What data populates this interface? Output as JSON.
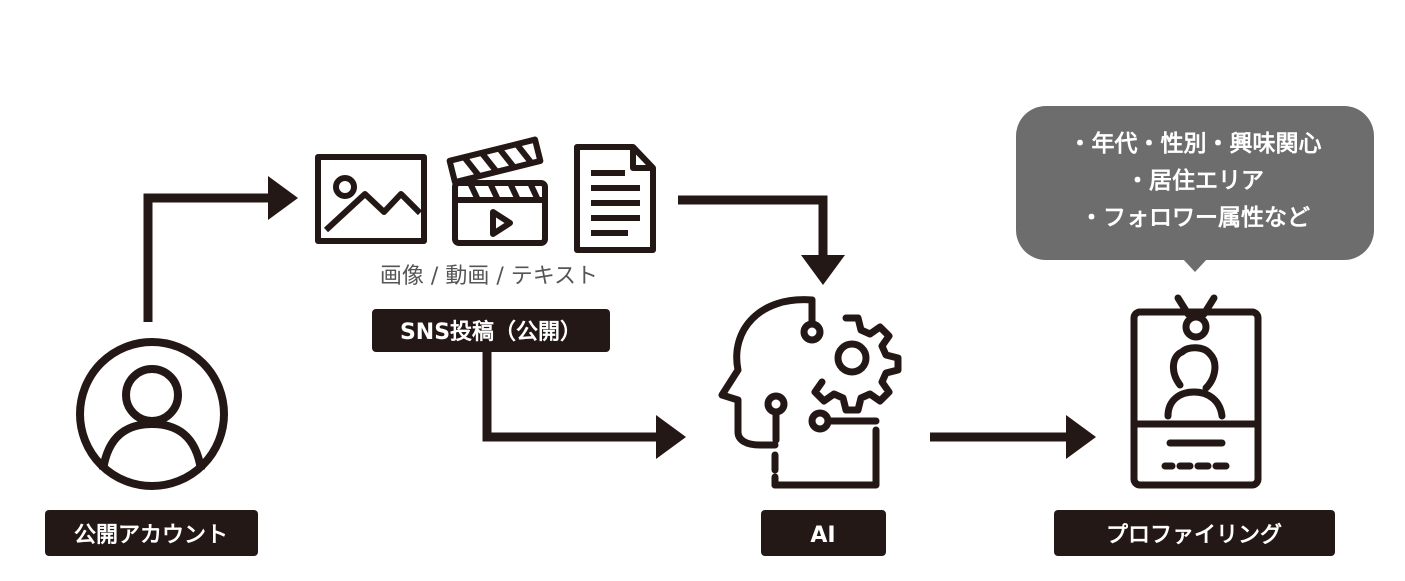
{
  "nodes": {
    "account": {
      "label": "公開アカウント"
    },
    "sns_post": {
      "label": "SNS投稿（公開）",
      "media_caption": "画像 / 動画 / テキスト"
    },
    "ai": {
      "label": "AI"
    },
    "profiling": {
      "label": "プロファイリング"
    }
  },
  "bubble": {
    "lines": [
      "・年代・性別・興味関心",
      "・居住エリア",
      "・フォロワー属性など"
    ]
  },
  "icons": {
    "account": "person-circle-icon",
    "image": "image-icon",
    "video": "clapperboard-video-icon",
    "text": "document-text-icon",
    "ai": "ai-head-gear-icon",
    "profile": "id-badge-icon"
  },
  "colors": {
    "ink": "#231815",
    "bubble": "#6d6d6d",
    "label_text": "#ffffff",
    "caption": "#555555"
  }
}
